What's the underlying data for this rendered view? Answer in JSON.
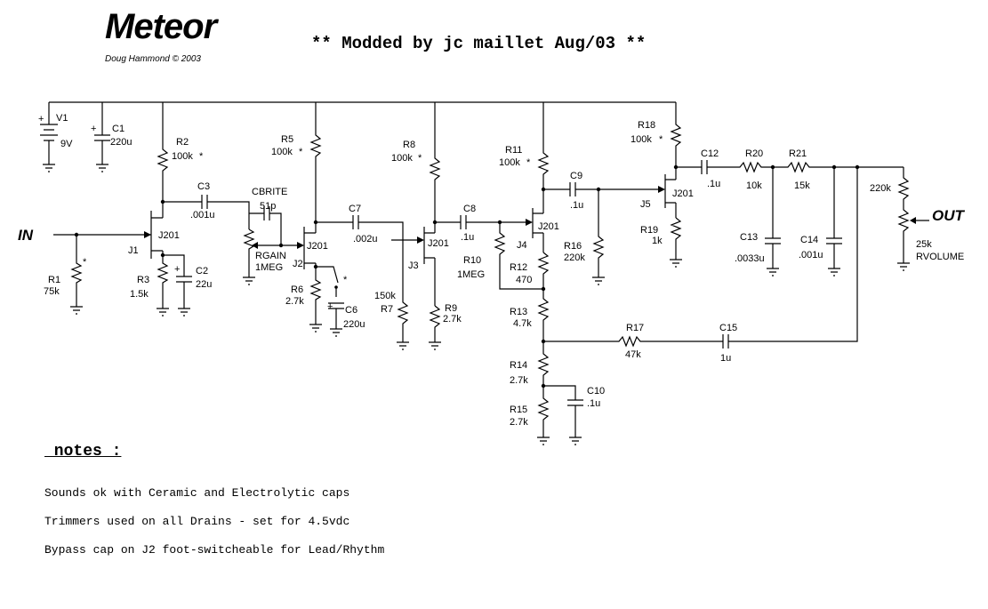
{
  "header": {
    "title": "Meteor",
    "credit": "Doug Hammond © 2003",
    "modded": "** Modded by jc maillet Aug/03 **"
  },
  "notes": {
    "heading": " notes :",
    "lines": [
      "Sounds ok with Ceramic and Electrolytic caps",
      "Trimmers used on all Drains - set for 4.5vdc",
      "Bypass cap on J2 foot-switcheable for Lead/Rhythm"
    ]
  },
  "labels": {
    "in": "IN",
    "out": "OUT",
    "V1": "V1",
    "V1v": "9V",
    "C1": "C1",
    "C1v": "220u",
    "R1": "R1",
    "R1v": "75k",
    "J1": "J1",
    "J1t": "J201",
    "R2": "R2",
    "R2v": "100k",
    "R3": "R3",
    "R3v": "1.5k",
    "C2": "C2",
    "C2v": "22u",
    "C3": "C3",
    "C3v": ".001u",
    "CBRITE": "CBRITE",
    "CBRITEv": "51p",
    "RGAIN": "RGAIN",
    "RGAINv": "1MEG",
    "R5": "R5",
    "R5v": "100k",
    "J2": "J2",
    "J2t": "J201",
    "R6": "R6",
    "R6v": "2.7k",
    "C6": "C6",
    "C6v": "220u",
    "C7": "C7",
    "C7v": ".002u",
    "R7": "R7",
    "R7v": "150k",
    "R8": "R8",
    "R8v": "100k",
    "J3": "J3",
    "J3t": "J201",
    "R9": "R9",
    "R9v": "2.7k",
    "C8": "C8",
    "C8v": ".1u",
    "R10": "R10",
    "R10v": "1MEG",
    "R11": "R11",
    "R11v": "100k",
    "J4": "J4",
    "J4t": "J201",
    "R12": "R12",
    "R12v": "470",
    "R13": "R13",
    "R13v": "4.7k",
    "R14": "R14",
    "R14v": "2.7k",
    "R15": "R15",
    "R15v": "2.7k",
    "C10": "C10",
    "C10v": ".1u",
    "C9": "C9",
    "C9v": ".1u",
    "R16": "R16",
    "R16v": "220k",
    "R18": "R18",
    "R18v": "100k",
    "J5": "J5",
    "J5t": "J201",
    "R19": "R19",
    "R19v": "1k",
    "C12": "C12",
    "C12v": ".1u",
    "R20": "R20",
    "R20v": "10k",
    "R21": "R21",
    "R21v": "15k",
    "C13": "C13",
    "C13v": ".0033u",
    "C14": "C14",
    "C14v": ".001u",
    "R17": "R17",
    "R17v": "47k",
    "C15": "C15",
    "C15v": "1u",
    "Rvol": "220k",
    "Rvol2": "25k",
    "RVOLUME": "RVOLUME",
    "star": "*",
    "plus": "+"
  }
}
